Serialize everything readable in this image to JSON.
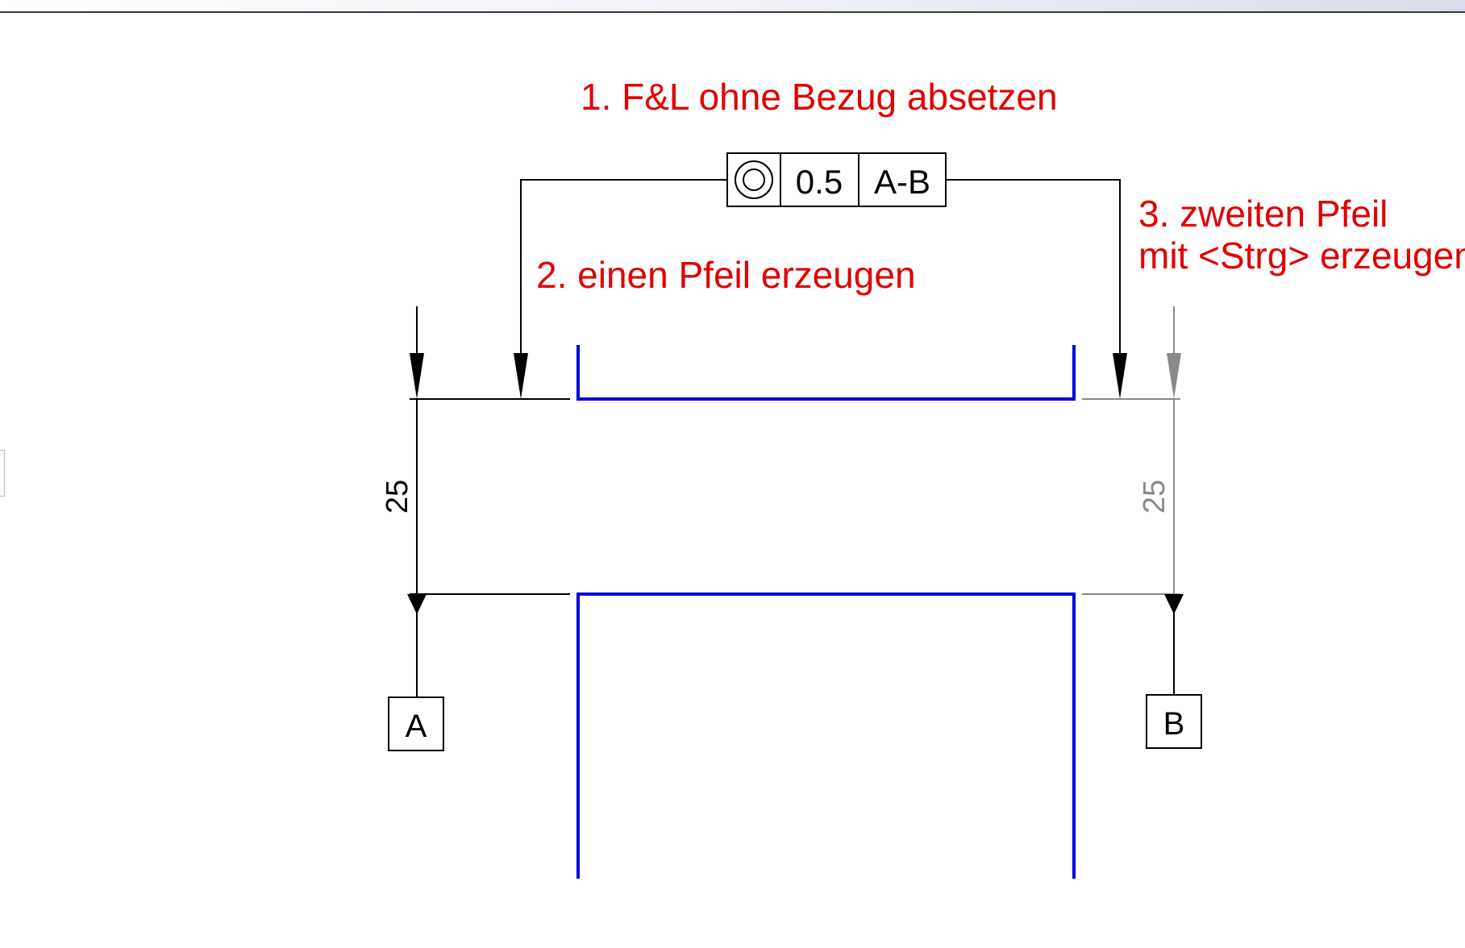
{
  "annotations": {
    "step1": "1. F&L ohne Bezug absetzen",
    "step2": "2. einen Pfeil erzeugen",
    "step3_line1": "3. zweiten Pfeil",
    "step3_line2": "mit <Strg> erzeugen"
  },
  "feature_control_frame": {
    "symbol": "concentricity-symbol",
    "tolerance": "0.5",
    "datum_reference": "A-B"
  },
  "dimensions": {
    "left": "25",
    "right": "25"
  },
  "datums": {
    "left": "A",
    "right": "B"
  },
  "colors": {
    "annotation": "#e00000",
    "part_outline": "#0000dd",
    "primary_line": "#000000",
    "secondary_line": "#8a8a8a"
  }
}
